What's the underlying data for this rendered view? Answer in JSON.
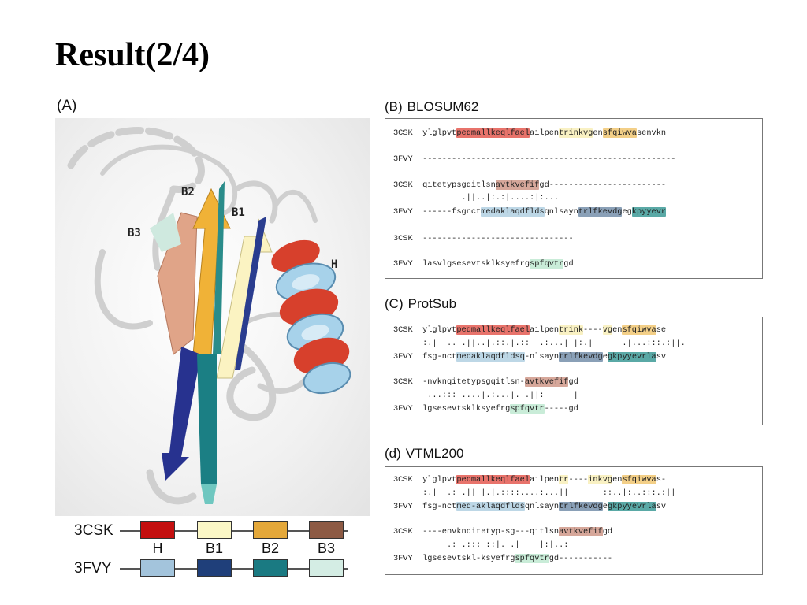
{
  "title": "Result(2/4)",
  "panel_a": {
    "label": "(A)",
    "structure_labels": {
      "b2": "B2",
      "b1": "B1",
      "b3": "B3",
      "h": "H"
    },
    "legend": {
      "rows": [
        {
          "name": "3CSK",
          "colors": [
            "#c40f0f",
            "#fbf7c6",
            "#e4a83a",
            "#8d5a44"
          ]
        },
        {
          "name": "3FVY",
          "colors": [
            "#a3c4dc",
            "#1f3f7a",
            "#1a7a82",
            "#d4ede4"
          ]
        }
      ],
      "labels": [
        "H",
        "B1",
        "B2",
        "B3"
      ]
    }
  },
  "panel_b": {
    "letter": "(B)",
    "method": "BLOSUM62",
    "rows": [
      [
        {
          "t": "3CSK  "
        },
        {
          "t": "ylglpvt"
        },
        {
          "t": "pedmallkeqlfael",
          "c": "#e8736b"
        },
        {
          "t": "ailpen"
        },
        {
          "t": "trinkvg",
          "c": "#f9f1c3"
        },
        {
          "t": "en"
        },
        {
          "t": "sfqiwva",
          "c": "#f3cf87"
        },
        {
          "t": "senvkn"
        }
      ],
      [
        {
          "t": "3FVY  "
        },
        {
          "t": "----------------------------------------------------"
        }
      ],
      [
        {
          "t": "3CSK  "
        },
        {
          "t": "qitetypsgqitlsn"
        },
        {
          "t": "avtkvefif",
          "c": "#d6a79a"
        },
        {
          "t": "gd------------------------"
        }
      ],
      [
        {
          "t": "              .||..|:.:|....:|:..."
        }
      ],
      [
        {
          "t": "3FVY  "
        },
        {
          "t": "------fsgnct"
        },
        {
          "t": "medaklaqdflds",
          "c": "#bdd7e6"
        },
        {
          "t": "qnlsayn"
        },
        {
          "t": "trlfkevdg",
          "c": "#8aa0b7"
        },
        {
          "t": "eg"
        },
        {
          "t": "kpyyevr",
          "c": "#5aa9a6"
        }
      ],
      [
        {
          "t": "3CSK  "
        },
        {
          "t": "-------------------------------"
        }
      ],
      [
        {
          "t": "3FVY  "
        },
        {
          "t": "lasvlgsesevtsklksyefrg"
        },
        {
          "t": "spfqvtr",
          "c": "#c9ecd8"
        },
        {
          "t": "gd"
        }
      ]
    ]
  },
  "panel_c": {
    "letter": "(C)",
    "method": "ProtSub",
    "rows": [
      [
        {
          "t": "3CSK  "
        },
        {
          "t": "ylglpvt"
        },
        {
          "t": "pedmallkeqlfael",
          "c": "#e8736b"
        },
        {
          "t": "ailpen"
        },
        {
          "t": "trink",
          "c": "#f9f1c3"
        },
        {
          "t": "----"
        },
        {
          "t": "vg",
          "c": "#f9f1c3"
        },
        {
          "t": "en"
        },
        {
          "t": "sfqiwva",
          "c": "#f3cf87"
        },
        {
          "t": "se"
        }
      ],
      [
        {
          "t": "      :.|  ..|.||..|.::.|.::  .:...|||:.|      .|...:::.:||."
        }
      ],
      [
        {
          "t": "3FVY  "
        },
        {
          "t": "fsg-nct"
        },
        {
          "t": "medaklaqdfldsq",
          "c": "#bdd7e6"
        },
        {
          "t": "-nlsayn"
        },
        {
          "t": "trlfkevdg",
          "c": "#8aa0b7"
        },
        {
          "t": "e"
        },
        {
          "t": "gkpyyevrla",
          "c": "#5aa9a6"
        },
        {
          "t": "sv"
        }
      ],
      [
        {
          "t": "3CSK  "
        },
        {
          "t": "-nvknqitetypsgqitlsn-"
        },
        {
          "t": "avtkvefif",
          "c": "#d6a79a"
        },
        {
          "t": "gd"
        }
      ],
      [
        {
          "t": "       ...:::|....|.:...|. .||:     ||"
        }
      ],
      [
        {
          "t": "3FVY  "
        },
        {
          "t": "lgsesevtsklksyefrg"
        },
        {
          "t": "spfqvtr",
          "c": "#c9ecd8"
        },
        {
          "t": "-----gd"
        }
      ]
    ]
  },
  "panel_d": {
    "letter": "(d)",
    "method": "VTML200",
    "rows": [
      [
        {
          "t": "3CSK  "
        },
        {
          "t": "ylglpvt"
        },
        {
          "t": "pedmallkeqlfael",
          "c": "#e8736b"
        },
        {
          "t": "ailpen"
        },
        {
          "t": "tr",
          "c": "#f9f1c3"
        },
        {
          "t": "----"
        },
        {
          "t": "inkvg",
          "c": "#f9f1c3"
        },
        {
          "t": "en"
        },
        {
          "t": "sfqiwva",
          "c": "#f3cf87"
        },
        {
          "t": "s-"
        }
      ],
      [
        {
          "t": "      :.|  .:|.|| |.|.::::....:...|||      ::..|:..:::.:||"
        }
      ],
      [
        {
          "t": "3FVY  "
        },
        {
          "t": "fsg-nct"
        },
        {
          "t": "med-aklaqdflds",
          "c": "#bdd7e6"
        },
        {
          "t": "qnlsayn"
        },
        {
          "t": "trlfkevdg",
          "c": "#8aa0b7"
        },
        {
          "t": "e"
        },
        {
          "t": "gkpyyevrla",
          "c": "#5aa9a6"
        },
        {
          "t": "sv"
        }
      ],
      [
        {
          "t": "3CSK  "
        },
        {
          "t": "----envknqitetyp-sg---qitlsn"
        },
        {
          "t": "avtkvefif",
          "c": "#d6a79a"
        },
        {
          "t": "gd"
        }
      ],
      [
        {
          "t": "           .:|.::: ::|. .|    |:|..:"
        }
      ],
      [
        {
          "t": "3FVY  "
        },
        {
          "t": "lgsesevtskl-ksyefrg"
        },
        {
          "t": "spfqvtr",
          "c": "#c9ecd8"
        },
        {
          "t": "gd-----------"
        }
      ]
    ]
  }
}
